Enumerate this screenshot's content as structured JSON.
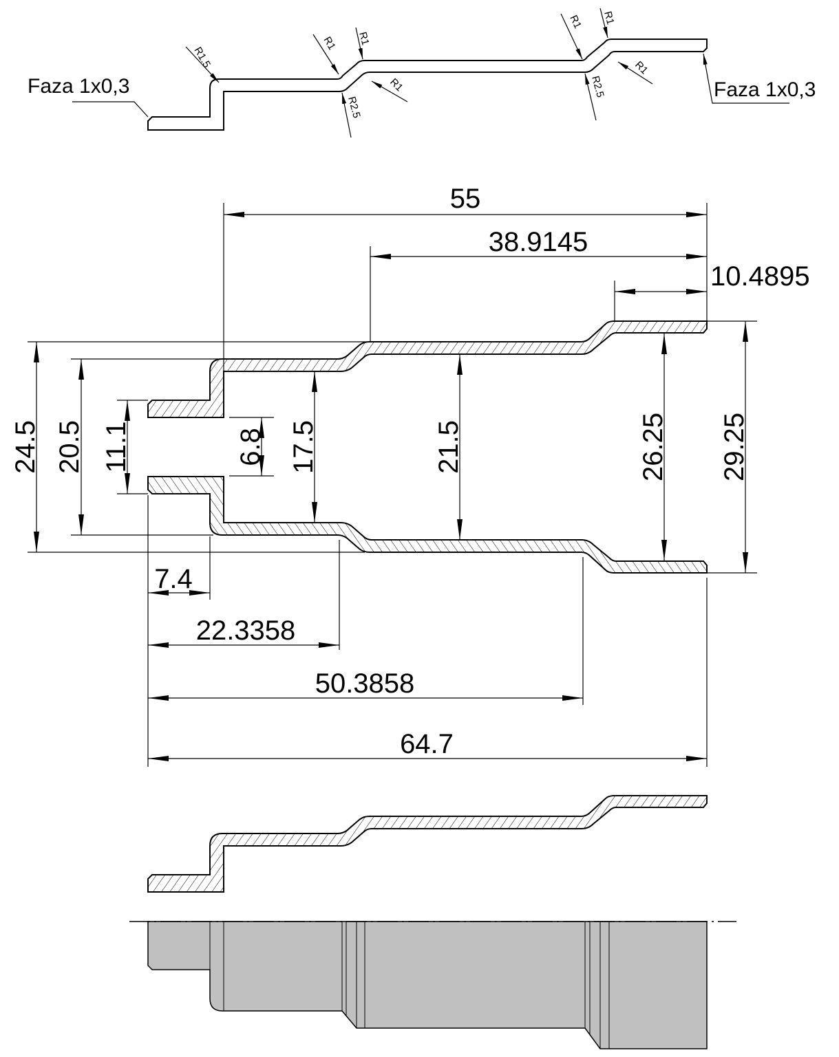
{
  "top_view": {
    "chamfer_left": "Faza 1x0,3",
    "chamfer_right": "Faza 1x0,3",
    "radii": [
      "R1.5",
      "R1",
      "R1",
      "R1",
      "R2.5",
      "R1",
      "R1",
      "R1",
      "R2.5"
    ]
  },
  "dimensions": {
    "d55": "55",
    "d38": "38.9145",
    "d10": "10.4895",
    "d29": "29.25",
    "d26": "26.25",
    "d21": "21.5",
    "d17": "17.5",
    "d6": "6.8",
    "d11": "11.1",
    "d20": "20.5",
    "d24": "24.5",
    "d7": "7.4",
    "d22": "22.3358",
    "d50": "50.3858",
    "d64": "64.7"
  },
  "colors": {
    "hatch": "#000000",
    "shaded_body": "#c0c0c0"
  }
}
